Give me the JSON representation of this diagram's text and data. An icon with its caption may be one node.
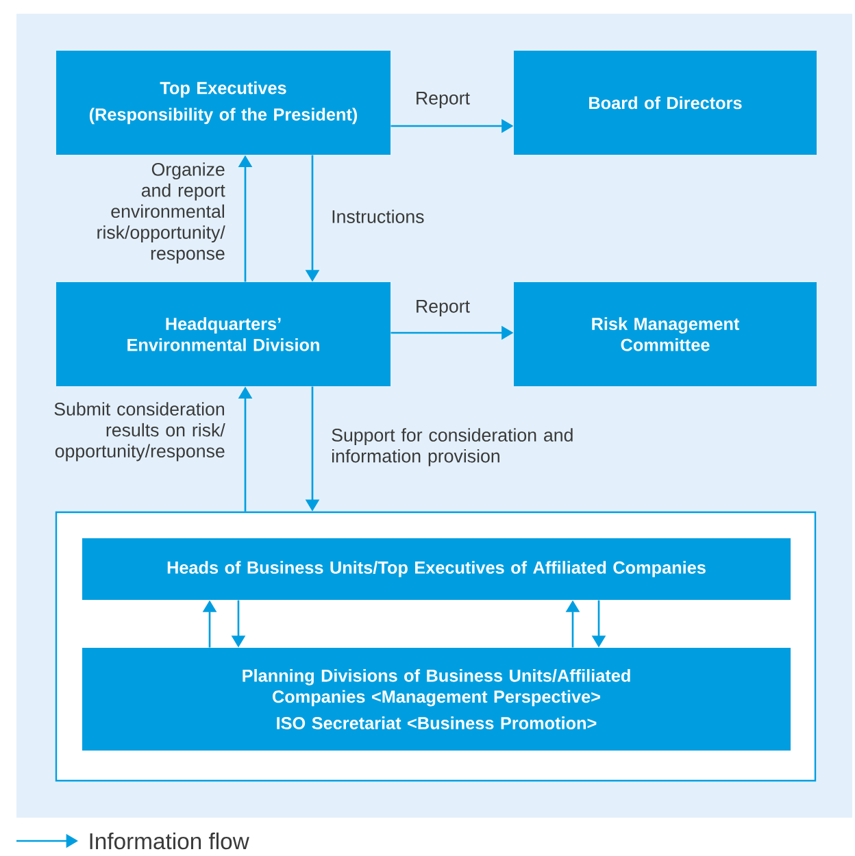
{
  "diagram": {
    "nodes": [
      {
        "text": [
          "Top Executives",
          "(Responsibility of the President)"
        ]
      },
      {
        "text": [
          "Board of Directors"
        ]
      },
      {
        "text": [
          "Headquarters’ Environmental Division"
        ]
      },
      {
        "text": [
          "Risk Management Committee"
        ]
      },
      {
        "text": [],
        "shape": "box"
      },
      {
        "text": [
          "Heads of Business Units/Top Executives of Affiliated Companies"
        ],
        "in": 4
      },
      {
        "text": [
          "Planning Divisions of Business Units/Affiliated Companies <Management Perspective>",
          "ISO Secretariat <Business Promotion>"
        ],
        "in": 4
      }
    ],
    "edges": [
      {
        "from": 0,
        "to": 1,
        "arrow": "to",
        "label": "Report"
      },
      {
        "from": 0,
        "to": 2,
        "arrow": "to",
        "label": "Instructions"
      },
      {
        "from": 2,
        "to": 0,
        "arrow": "to",
        "label": "Organize and report environmental risk/opportunity/response"
      },
      {
        "from": 2,
        "to": 3,
        "arrow": "to",
        "label": "Report"
      },
      {
        "from": 2,
        "to": 4,
        "arrow": "to",
        "label": "Support for consideration and information provision"
      },
      {
        "from": 4,
        "to": 2,
        "arrow": "to",
        "label": "Submit consideration results on risk/opportunity/response"
      },
      {
        "from": 6,
        "to": 5,
        "arrow": "to"
      },
      {
        "from": 5,
        "to": 6,
        "arrow": "to"
      },
      {
        "from": 6,
        "to": 5,
        "arrow": "to"
      },
      {
        "from": 5,
        "to": 6,
        "arrow": "to"
      }
    ],
    "legend": [
      {
        "text": "Information flow"
      }
    ]
  }
}
